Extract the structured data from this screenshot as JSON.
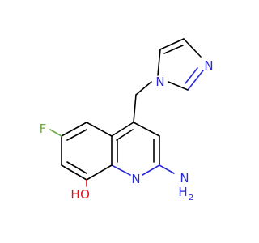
{
  "molecule": {
    "atom_labels": {
      "imidazole_n1": "N",
      "imidazole_n3": "N",
      "fluorine": "F",
      "ring_nitrogen": "N",
      "amino_n": "N",
      "amino_h": "H",
      "amino_h2": "2",
      "hydroxyl_o": "O",
      "hydroxyl_h": "H"
    },
    "colors": {
      "carbon_bond": "#000000",
      "nitrogen": "#2a2ad9",
      "oxygen": "#e0101a",
      "fluorine": "#6fa84a"
    }
  }
}
